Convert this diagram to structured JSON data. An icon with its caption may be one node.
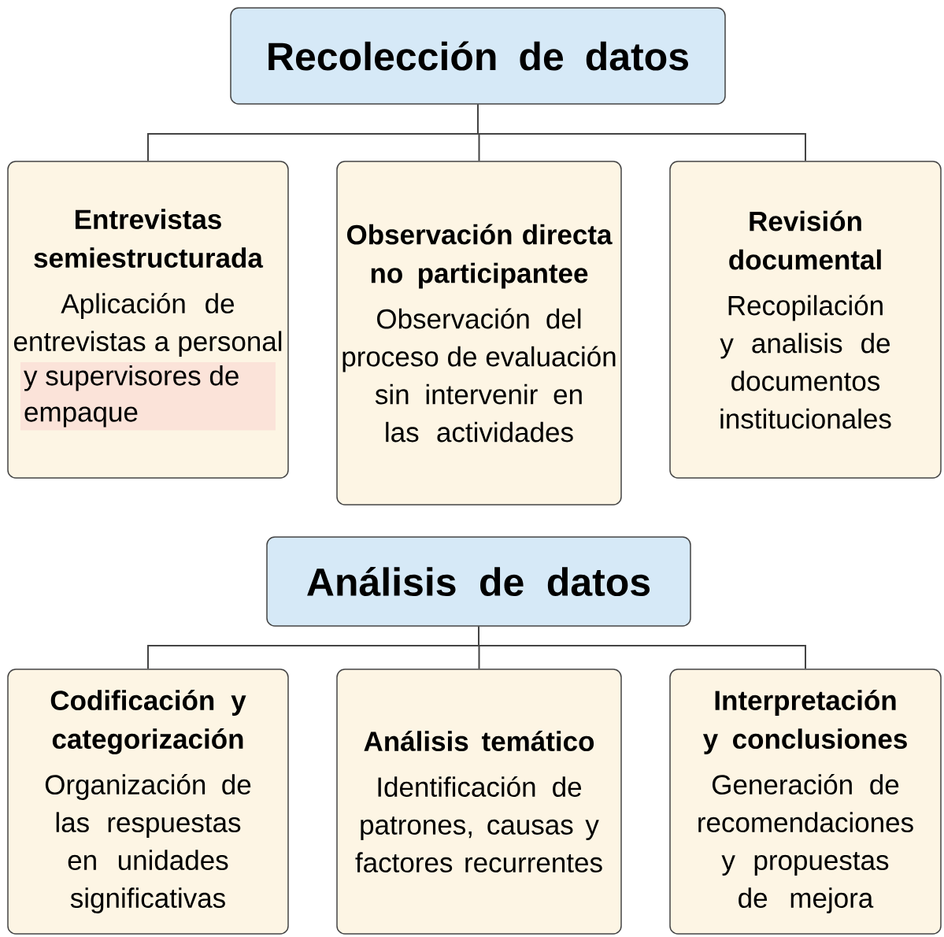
{
  "diagram": {
    "nodes": [
      {
        "text": [
          "Recolección de datos"
        ]
      },
      {
        "text": [
          "Entrevistas semiestructurada",
          "Aplicación de entrevistas a personal",
          "y supervisores de empaque"
        ]
      },
      {
        "text": [
          "Observación directa no participantee",
          "Observación del proceso de evaluación sin intervenir en las actividades"
        ]
      },
      {
        "text": [
          "Revisión documental",
          "Recopilación y analisis de documentos institucionales"
        ]
      },
      {
        "text": [
          "Análisis de datos"
        ]
      },
      {
        "text": [
          "Codificación y categorización",
          "Organización de las respuestas en unidades significativas"
        ]
      },
      {
        "text": [
          "Análisis temático",
          "Identificación de patrones, causas y factores recurrentes"
        ]
      },
      {
        "text": [
          "Interpretación y conclusiones",
          "Generación de recomendaciones y propuestas de mejora"
        ]
      }
    ],
    "edges": [
      {
        "from": 0,
        "to": 1,
        "arrow": "none"
      },
      {
        "from": 0,
        "to": 2,
        "arrow": "none"
      },
      {
        "from": 0,
        "to": 3,
        "arrow": "none"
      },
      {
        "from": 4,
        "to": 5,
        "arrow": "none"
      },
      {
        "from": 4,
        "to": 6,
        "arrow": "none"
      },
      {
        "from": 4,
        "to": 7,
        "arrow": "none"
      }
    ]
  }
}
